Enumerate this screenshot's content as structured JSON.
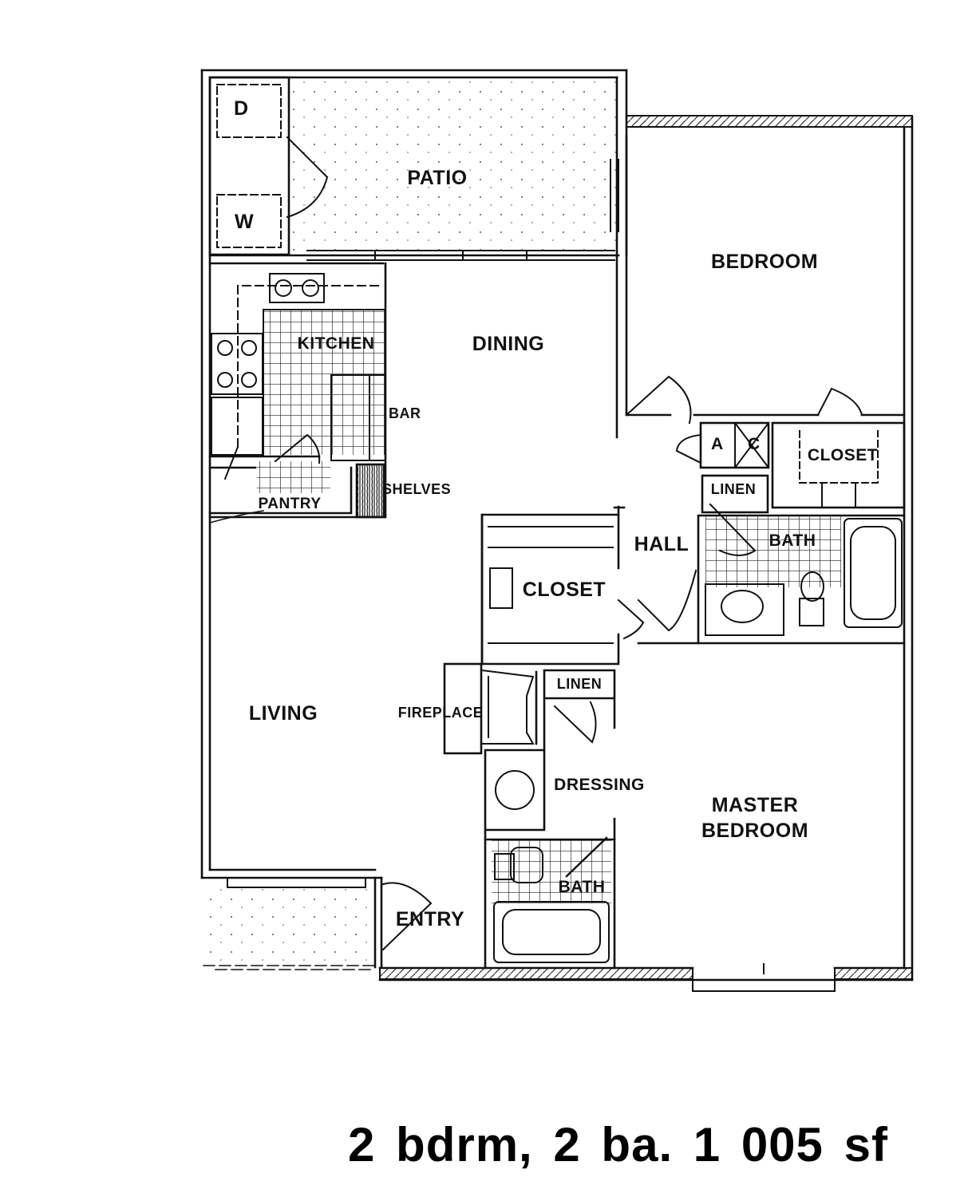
{
  "plan": {
    "rooms": {
      "patio": "PATIO",
      "bedroom": "BEDROOM",
      "kitchen": "KITCHEN",
      "dining": "DINING",
      "bar": "BAR",
      "pantry": "PANTRY",
      "shelves": "SHELVES",
      "hall": "HALL",
      "closet_main": "CLOSET",
      "closet_bedroom": "CLOSET",
      "linen_upper": "LINEN",
      "linen_lower": "LINEN",
      "bath_upper": "BATH",
      "bath_lower": "BATH",
      "living": "LIVING",
      "fireplace": "FIREPLACE",
      "dressing": "DRESSING",
      "master_line1": "MASTER",
      "master_line2": "BEDROOM",
      "entry": "ENTRY"
    },
    "appliances": {
      "dryer": "D",
      "washer": "W",
      "ac_a": "A",
      "ac_c": "C"
    }
  },
  "caption": "2 bdrm, 2 ba. 1 005 sf"
}
